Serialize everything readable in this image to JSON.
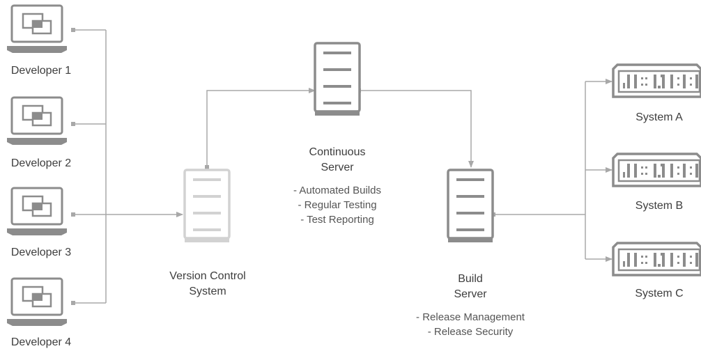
{
  "developers": [
    {
      "label": "Developer 1"
    },
    {
      "label": "Developer 2"
    },
    {
      "label": "Developer 3"
    },
    {
      "label": "Developer 4"
    }
  ],
  "version_control": {
    "line1": "Version Control",
    "line2": "System"
  },
  "continuous_server": {
    "line1": "Continuous",
    "line2": "Server",
    "bullets": [
      "- Automated Builds",
      "- Regular Testing",
      "- Test Reporting"
    ]
  },
  "build_server": {
    "line1": "Build",
    "line2": "Server",
    "bullets": [
      "- Release Management",
      "- Release Security"
    ]
  },
  "systems": [
    {
      "label": "System A"
    },
    {
      "label": "System B"
    },
    {
      "label": "System C"
    }
  ],
  "colors": {
    "line": "#a8a8a8",
    "icon_dark": "#8c8c8c",
    "icon_light": "#d2d2d2",
    "text": "#3d3d3d"
  }
}
